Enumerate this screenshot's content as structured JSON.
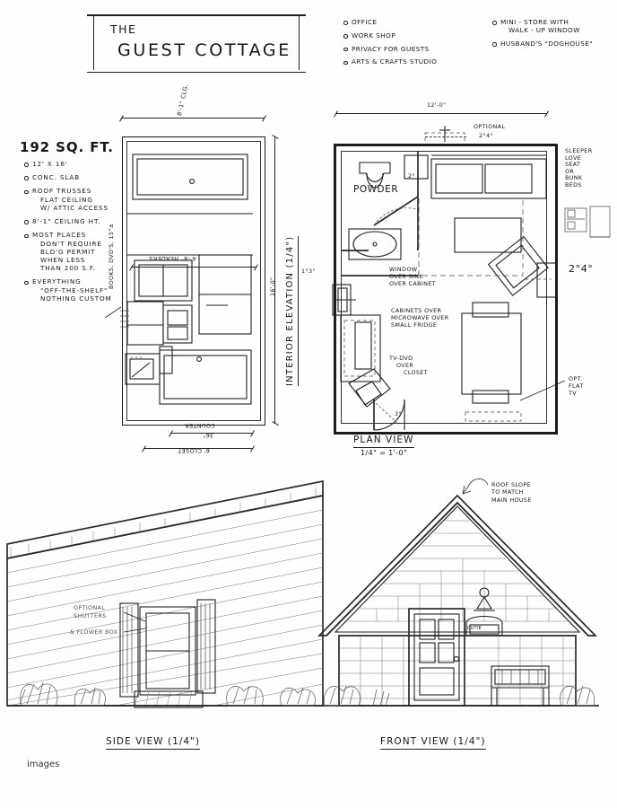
{
  "sheet": {
    "title_line1": "The",
    "title_line2": "Guest Cottage",
    "caption": "images"
  },
  "features": {
    "column_left": [
      "Office",
      "Work Shop",
      "Privacy for Guests",
      "Arts & Crafts Studio"
    ],
    "column_right": [
      "Mini - Store with",
      "Walk - up Window",
      "Husband's \"Doghouse\""
    ],
    "column_right_items": [
      {
        "line1": "Mini - Store with",
        "line2": "Walk - up Window"
      },
      {
        "line1": "Husband's \"Doghouse\"",
        "line2": ""
      }
    ]
  },
  "specs": {
    "area": "192 sq. ft.",
    "items": [
      {
        "line1": "12' x 16'",
        "line2": "",
        "line3": "",
        "line4": ""
      },
      {
        "line1": "Conc. Slab",
        "line2": "",
        "line3": "",
        "line4": ""
      },
      {
        "line1": "Roof Trusses",
        "line2": "Flat Ceiling",
        "line3": "w/ Attic Access",
        "line4": ""
      },
      {
        "line1": "8'-1\" Ceiling Ht.",
        "line2": "",
        "line3": "",
        "line4": ""
      },
      {
        "line1": "Most Places",
        "line2": "Don't Require",
        "line3": "Bld'g Permit",
        "line4": "When Less",
        "line5": "Than 200 S.F."
      },
      {
        "line1": "Everything",
        "line2": "\"Off-The-Shelf\"",
        "line3": "Nothing Custom",
        "line4": ""
      }
    ]
  },
  "elevation": {
    "view_label": "Interior Elevation (1/4\")",
    "height_dim": "16'-0\"",
    "top_dim": "8'-1\" clg.",
    "header_dim": "6'-8\" Headers",
    "shelf_note": "Books, DVD's, 15\"±",
    "counter_dim": "36\"",
    "counter_label": "Counter",
    "closet_dim": "6' Closet"
  },
  "plan": {
    "view_label": "Plan View",
    "scale": "1/4\" = 1'-0\"",
    "width_dim": "12'-0\"",
    "window_optional_label": "Optional",
    "window_optional_size": "2°4°",
    "powder_label": "Powder",
    "powder_door": "2°",
    "entry_door": "3°",
    "left_window": "1°3°",
    "right_window": "2°4°",
    "note_window": {
      "l1": "Window",
      "l2": "over Sink",
      "l3": "over Cabinet"
    },
    "note_cabinets": {
      "l1": "Cabinets over",
      "l2": "Microwave over",
      "l3": "Small Fridge"
    },
    "note_tv": {
      "l1": "TV-DVD",
      "l2": "over",
      "l3": "Closet"
    },
    "note_sleeper": {
      "l1": "Sleeper",
      "l2": "Love",
      "l3": "Seat",
      "l4": "or",
      "l5": "Bunk",
      "l6": "Beds"
    },
    "note_flat_tv": {
      "l1": "Opt.",
      "l2": "Flat",
      "l3": "TV"
    }
  },
  "side_view": {
    "label": "Side View (1/4\")",
    "note": {
      "l1": "Optional",
      "l2": "Shutters",
      "l3": "& Flower Box"
    }
  },
  "front_view": {
    "label": "Front View (1/4\")",
    "note": {
      "l1": "Roof Slope",
      "l2": "To Match",
      "l3": "Main House"
    },
    "sign_text": "Cutie"
  },
  "colors": {
    "ink": "#1f1f1f",
    "paper": "#fefefe",
    "light_ink": "#555555"
  }
}
